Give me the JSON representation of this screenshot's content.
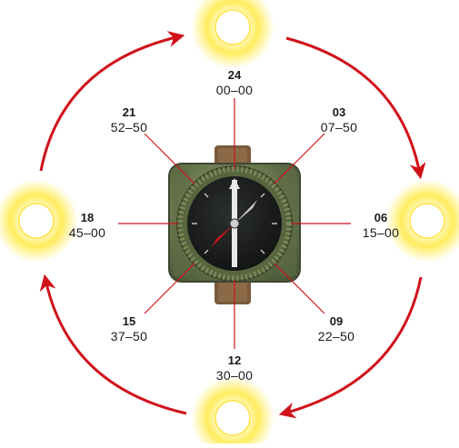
{
  "diagram": {
    "marks": [
      {
        "id": "24",
        "hour": "24",
        "mil": "00–00"
      },
      {
        "id": "03",
        "hour": "03",
        "mil": "07–50"
      },
      {
        "id": "06",
        "hour": "06",
        "mil": "15–00"
      },
      {
        "id": "09",
        "hour": "09",
        "mil": "22–50"
      },
      {
        "id": "12",
        "hour": "12",
        "mil": "30–00"
      },
      {
        "id": "15",
        "hour": "15",
        "mil": "37–50"
      },
      {
        "id": "18",
        "hour": "18",
        "mil": "45–00"
      },
      {
        "id": "21",
        "hour": "21",
        "mil": "52–50"
      }
    ],
    "suns": [
      "top",
      "right",
      "bottom",
      "left"
    ],
    "colors": {
      "arrow": "#d0121b",
      "ray": "#d0121b",
      "sun_core": "#ffffff",
      "sun_glow": "#ffe94a",
      "compass_body": "#6f7e54",
      "compass_dial": "#1c1f1d",
      "strap": "#7a5a3c"
    }
  }
}
